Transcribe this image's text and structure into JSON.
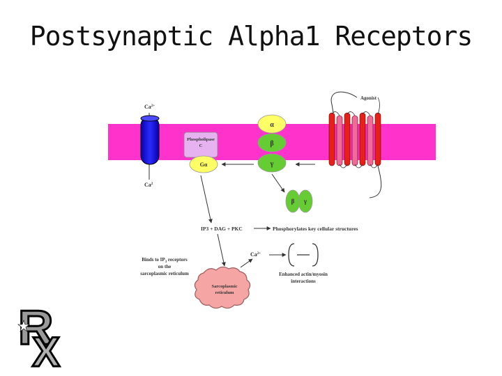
{
  "slide": {
    "title": "Postsynaptic Alpha1 Receptors"
  },
  "diagram": {
    "calcium_channel_top": "Ca",
    "calcium_channel_top_sup": "2+",
    "calcium_channel_bottom": "Ca",
    "calcium_channel_bottom_sup": "2",
    "phospholipase_line1": "Phospholipase",
    "phospholipase_line2": "C",
    "g_alpha_label": "Gα",
    "alpha_label": "α",
    "beta_label": "β",
    "gamma_label": "γ",
    "agonist_label": "Agonist",
    "free_beta_label": "β",
    "free_gamma_label": "γ",
    "cascade_label": "IP3 + DAG + PKC",
    "phosphorylates_label": "Phosphorylates key cellular structures",
    "binds_line1": "Binds to IP",
    "binds_sub": "3",
    "binds_line1_end": " receptors",
    "binds_line2": "on the",
    "binds_line3": "sarcoplasmic reticulum",
    "ca_release_label": "Ca",
    "ca_release_sup": "2+",
    "enhanced_line1": "Enhanced actin/myosin",
    "enhanced_line2": "interactions",
    "sr_line1": "Sarcoplasmic",
    "sr_line2": "reticulum"
  },
  "logo": {
    "text_r": "R",
    "text_x": "X"
  }
}
